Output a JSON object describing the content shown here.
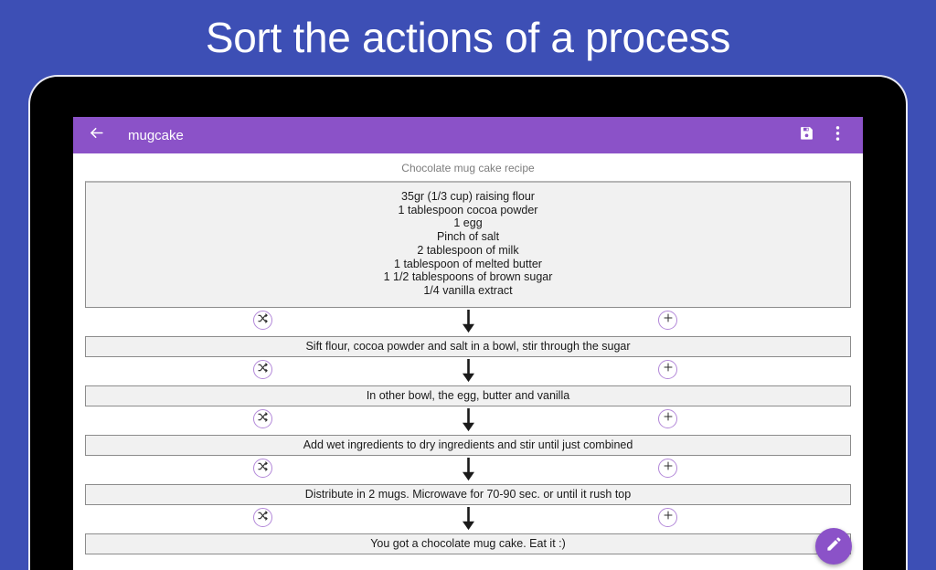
{
  "promo": {
    "headline": "Sort the actions of a process",
    "background_color": "#3d4fb5"
  },
  "theme": {
    "accent_purple": "#8b52c8",
    "icon_outline_purple": "#b388d9",
    "box_fill": "#f1f1f1",
    "box_border": "#8c8c8c"
  },
  "appbar": {
    "back_icon": "arrow-left-icon",
    "title": "mugcake",
    "actions": [
      {
        "icon": "save-icon",
        "label": "Save"
      },
      {
        "icon": "overflow-menu-icon",
        "label": "More options"
      }
    ]
  },
  "content": {
    "recipe_title": "Chocolate mug cake recipe",
    "ingredients": [
      "35gr (1/3 cup) raising flour",
      "1 tablespoon cocoa powder",
      "1 egg",
      "Pinch of salt",
      "2 tablespoon of milk",
      "1 tablespoon of melted butter",
      "1 1/2 tablespoons of brown sugar",
      "1/4 vanilla extract"
    ],
    "connector_icons": {
      "shuffle": "shuffle-icon",
      "arrow": "arrow-down-icon",
      "add": "plus-icon"
    },
    "steps": [
      "Sift flour, cocoa powder and salt in a bowl, stir through the sugar",
      "In other bowl, the egg, butter and vanilla",
      "Add wet ingredients to dry ingredients and stir until just combined",
      "Distribute in 2 mugs. Microwave for 70-90 sec. or until it rush top",
      "You got a chocolate mug cake. Eat it :)"
    ]
  },
  "fab": {
    "icon": "pencil-icon",
    "label": "Edit"
  }
}
